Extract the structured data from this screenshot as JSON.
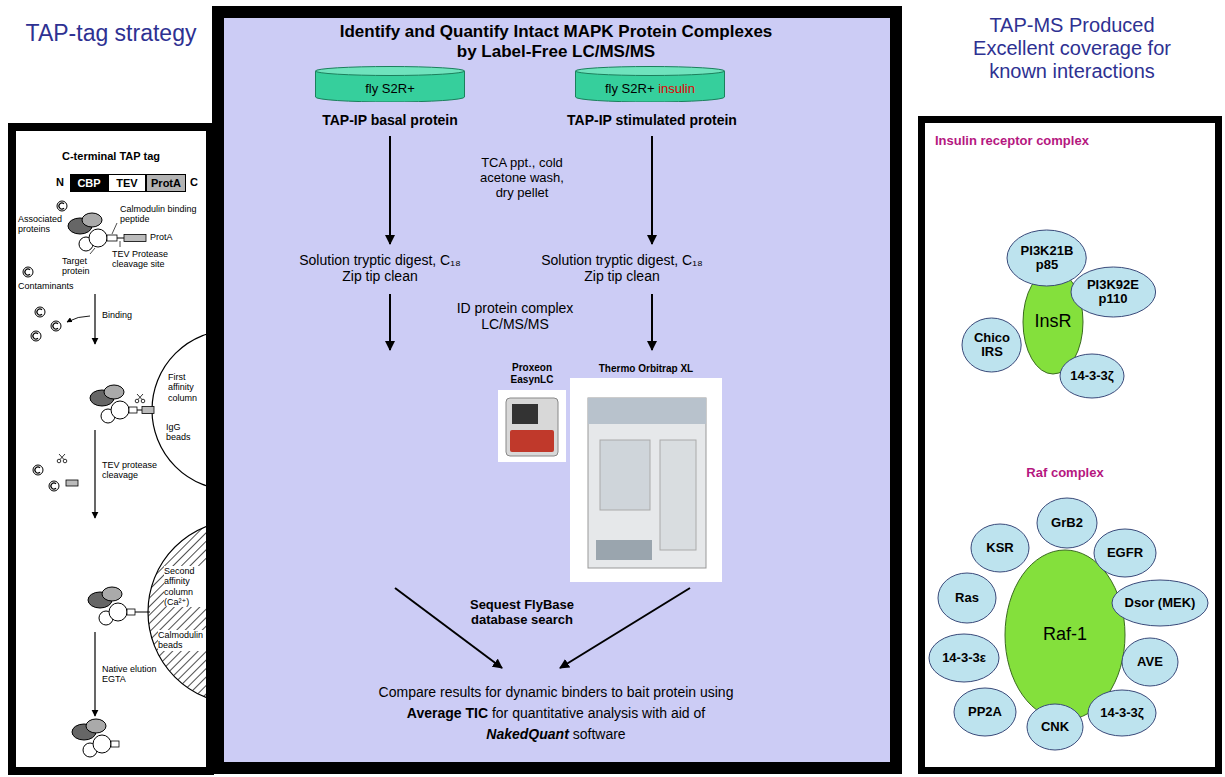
{
  "diagram": {
    "nodes": [
      {
        "text": [
          "TAP-tag strategy"
        ]
      },
      {
        "text": [
          "CBP"
        ],
        "in": 0
      },
      {
        "text": [
          "TEV"
        ],
        "in": 0
      },
      {
        "text": [
          "ProtA"
        ],
        "in": 0
      },
      {
        "text": [
          "Identify and Quantify Intact MAPK Protein Complexes by Label-Free LC/MS/MS"
        ]
      },
      {
        "text": [
          "fly S2R+"
        ],
        "in": 4
      },
      {
        "text": [
          "fly S2R+",
          "insulin"
        ],
        "in": 4
      },
      {
        "text": [
          "TAP-MS Produced Excellent coverage for known interactions"
        ]
      },
      {
        "text": [
          "InsR"
        ],
        "in": 7
      },
      {
        "text": [
          "PI3K21B p85"
        ],
        "in": 7
      },
      {
        "text": [
          "PI3K92E p110"
        ],
        "in": 7
      },
      {
        "text": [
          "Chico IRS"
        ],
        "in": 7
      },
      {
        "text": [
          "14-3-3ζ"
        ],
        "in": 7
      },
      {
        "text": [
          "Raf-1"
        ],
        "in": 7
      },
      {
        "text": [
          "KSR"
        ],
        "in": 7
      },
      {
        "text": [
          "GrB2"
        ],
        "in": 7
      },
      {
        "text": [
          "EGFR"
        ],
        "in": 7
      },
      {
        "text": [
          "Ras"
        ],
        "in": 7
      },
      {
        "text": [
          "Dsor (MEK)"
        ],
        "in": 7
      },
      {
        "text": [
          "14-3-3ε"
        ],
        "in": 7
      },
      {
        "text": [
          "AVE"
        ],
        "in": 7
      },
      {
        "text": [
          "PP2A"
        ],
        "in": 7
      },
      {
        "text": [
          "CNK"
        ],
        "in": 7
      },
      {
        "text": [
          "14-3-3ζ"
        ],
        "in": 7
      }
    ],
    "labels": [
      "C-terminal TAP tag",
      "N",
      "C",
      "Associated proteins",
      "Calmodulin binding peptide",
      "ProtA",
      "TEV Protease cleavage site",
      "Target protein",
      "Contaminants",
      "Binding",
      "First affinity column",
      "IgG beads",
      "TEV protease cleavage",
      "Second affinity column (Ca²⁺)",
      "Calmodulin beads",
      "Native elution EGTA",
      "TAP-IP basal protein",
      "TAP-IP stimulated protein",
      "TCA ppt., cold acetone wash, dry pellet",
      "Solution tryptic digest, C₁₈ Zip tip clean",
      "Solution tryptic digest, C₁₈ Zip tip clean",
      "ID protein complex LC/MS/MS",
      "Proxeon EasynLC",
      "Thermo Orbitrap XL",
      "Sequest FlyBase database search",
      "Compare results for dynamic binders to bait protein using",
      "Average TIC",
      "for quantitative analysis with aid of",
      "NakedQuant",
      "software",
      "Insulin receptor complex",
      "Raf complex"
    ]
  }
}
